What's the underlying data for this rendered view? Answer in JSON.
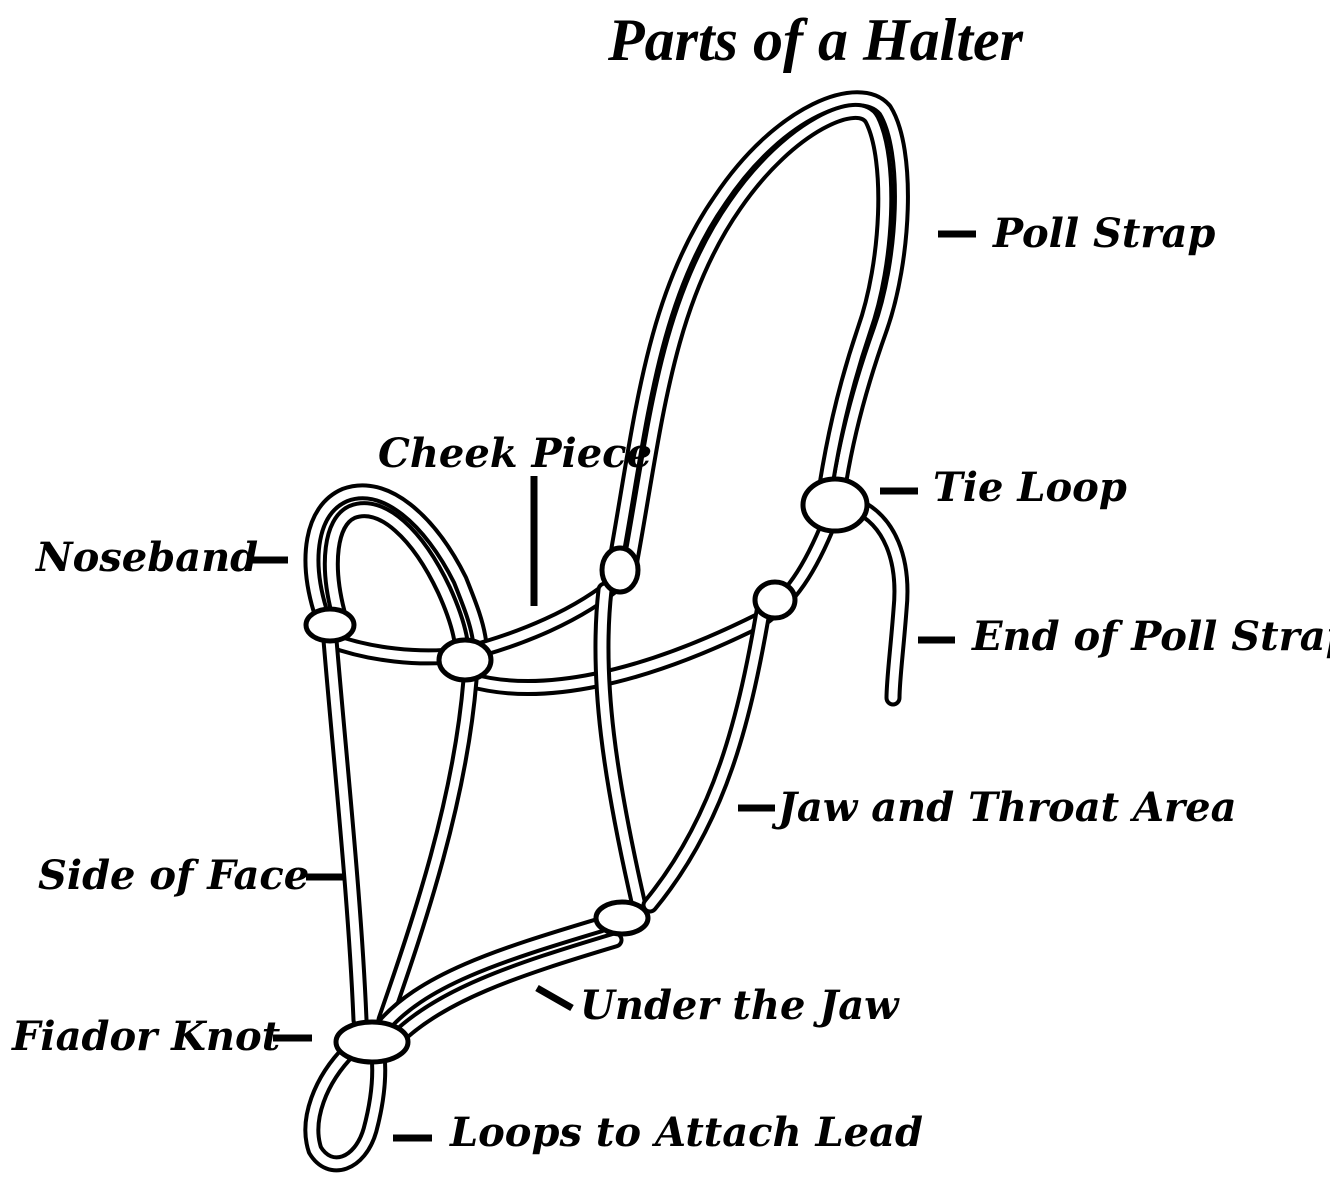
{
  "title": "Parts of a Halter",
  "labels": {
    "poll_strap": "Poll Strap",
    "tie_loop": "Tie Loop",
    "end_of_poll_strap": "End of Poll Strap",
    "cheek_piece": "Cheek Piece",
    "noseband": "Noseband",
    "jaw_and_throat_area": "Jaw and Throat Area",
    "side_of_face": "Side of Face",
    "under_the_jaw": "Under the Jaw",
    "fiador_knot": "Fiador Knot",
    "loops_to_attach_lead": "Loops to Attach Lead"
  },
  "colors": {
    "line": "#000000",
    "background": "#ffffff"
  }
}
